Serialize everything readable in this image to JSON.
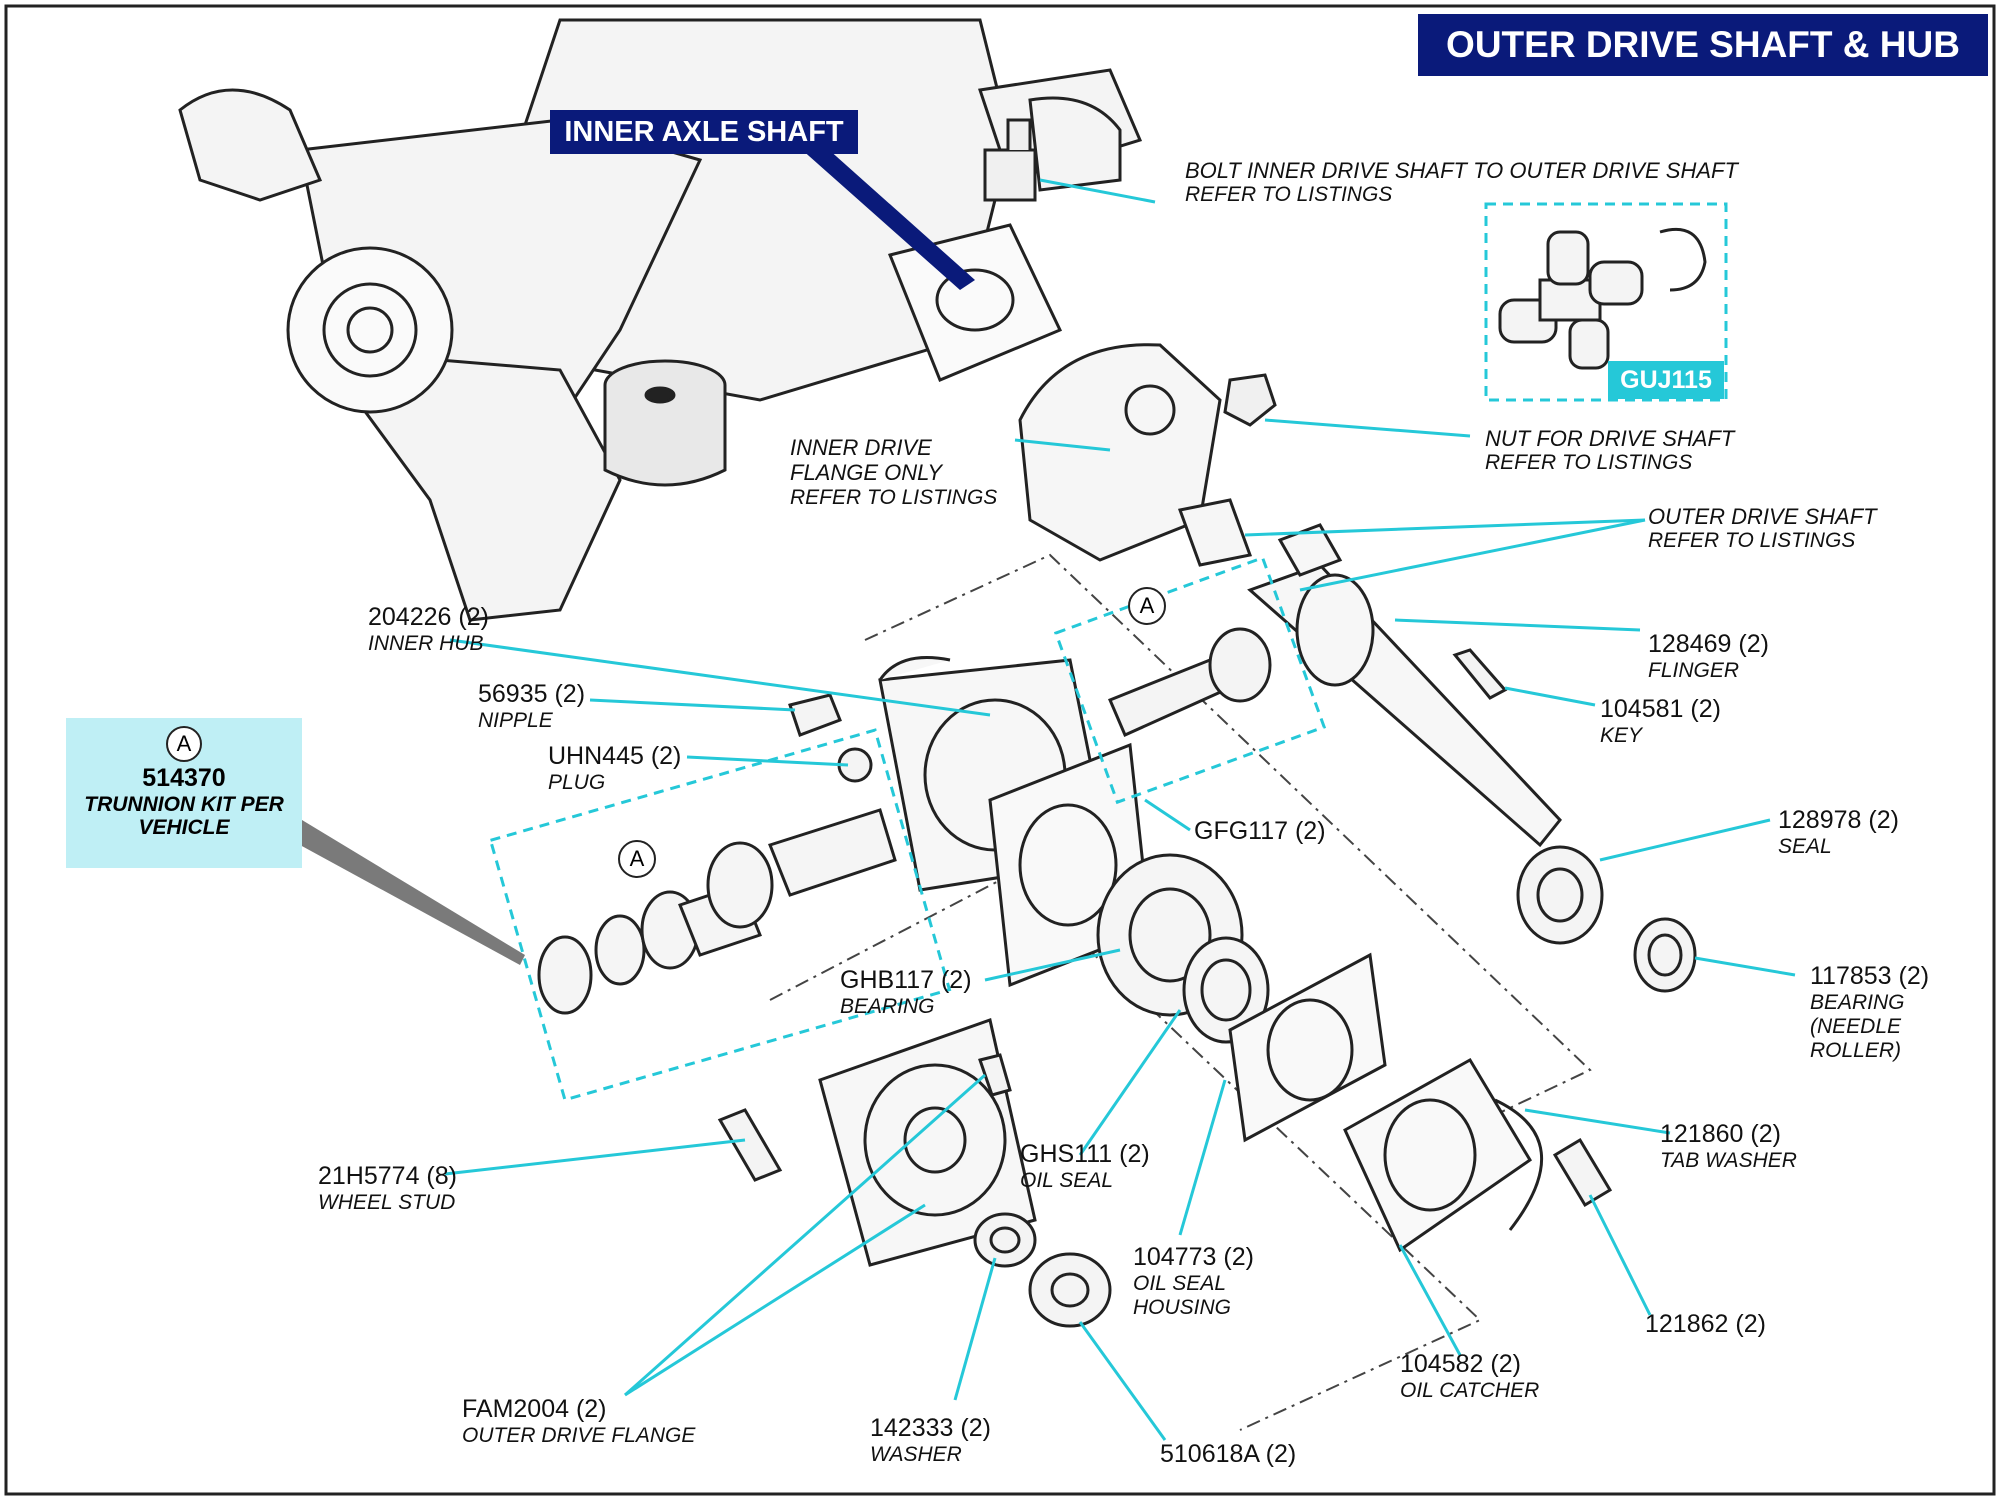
{
  "title": "OUTER DRIVE SHAFT & HUB",
  "inner_axle_label": "INNER AXLE SHAFT",
  "kit": {
    "marker": "A",
    "part_number": "514370",
    "description_line1": "TRUNNION KIT PER",
    "description_line2": "VEHICLE"
  },
  "kit_markers": [
    "A",
    "A"
  ],
  "badge": "GUJ115",
  "callouts": {
    "bolt": {
      "title": "BOLT INNER DRIVE SHAFT TO OUTER DRIVE SHAFT",
      "ref": "REFER TO LISTINGS"
    },
    "nut": {
      "title": "NUT FOR DRIVE SHAFT",
      "ref": "REFER TO LISTINGS"
    },
    "inner_flange": {
      "line1": "INNER DRIVE",
      "line2": "FLANGE ONLY",
      "ref": "REFER TO LISTINGS"
    },
    "outer_shaft": {
      "title": "OUTER DRIVE SHAFT",
      "ref": "REFER TO LISTINGS"
    }
  },
  "parts": {
    "p204226": {
      "pn": "204226 (2)",
      "desc": "INNER HUB"
    },
    "p56935": {
      "pn": "56935 (2)",
      "desc": "NIPPLE"
    },
    "pUHN445": {
      "pn": "UHN445 (2)",
      "desc": "PLUG"
    },
    "p128469": {
      "pn": "128469 (2)",
      "desc": "FLINGER"
    },
    "p104581": {
      "pn": "104581 (2)",
      "desc": "KEY"
    },
    "pGFG117": {
      "pn": "GFG117 (2)"
    },
    "p128978": {
      "pn": "128978 (2)",
      "desc": "SEAL"
    },
    "p117853": {
      "pn": "117853 (2)",
      "desc1": "BEARING",
      "desc2": "(NEEDLE",
      "desc3": "ROLLER)"
    },
    "pGHB117": {
      "pn": "GHB117 (2)",
      "desc": "BEARING"
    },
    "p21H5774": {
      "pn": "21H5774 (8)",
      "desc": "WHEEL STUD"
    },
    "pGHS111": {
      "pn": "GHS111 (2)",
      "desc": "OIL SEAL"
    },
    "p121860": {
      "pn": "121860 (2)",
      "desc": "TAB WASHER"
    },
    "p104773": {
      "pn": "104773 (2)",
      "desc1": "OIL SEAL",
      "desc2": "HOUSING"
    },
    "p121862": {
      "pn": "121862 (2)"
    },
    "p104582": {
      "pn": "104582 (2)",
      "desc": "OIL CATCHER"
    },
    "pFAM2004": {
      "pn": "FAM2004 (2)",
      "desc": "OUTER DRIVE FLANGE"
    },
    "p142333": {
      "pn": "142333 (2)",
      "desc": "WASHER"
    },
    "p510618A": {
      "pn": "510618A (2)"
    }
  },
  "colors": {
    "banner": "#0a1a7a",
    "leader": "#25c8d8",
    "kit_fill": "#bfeff5",
    "drawing": "#222222"
  }
}
